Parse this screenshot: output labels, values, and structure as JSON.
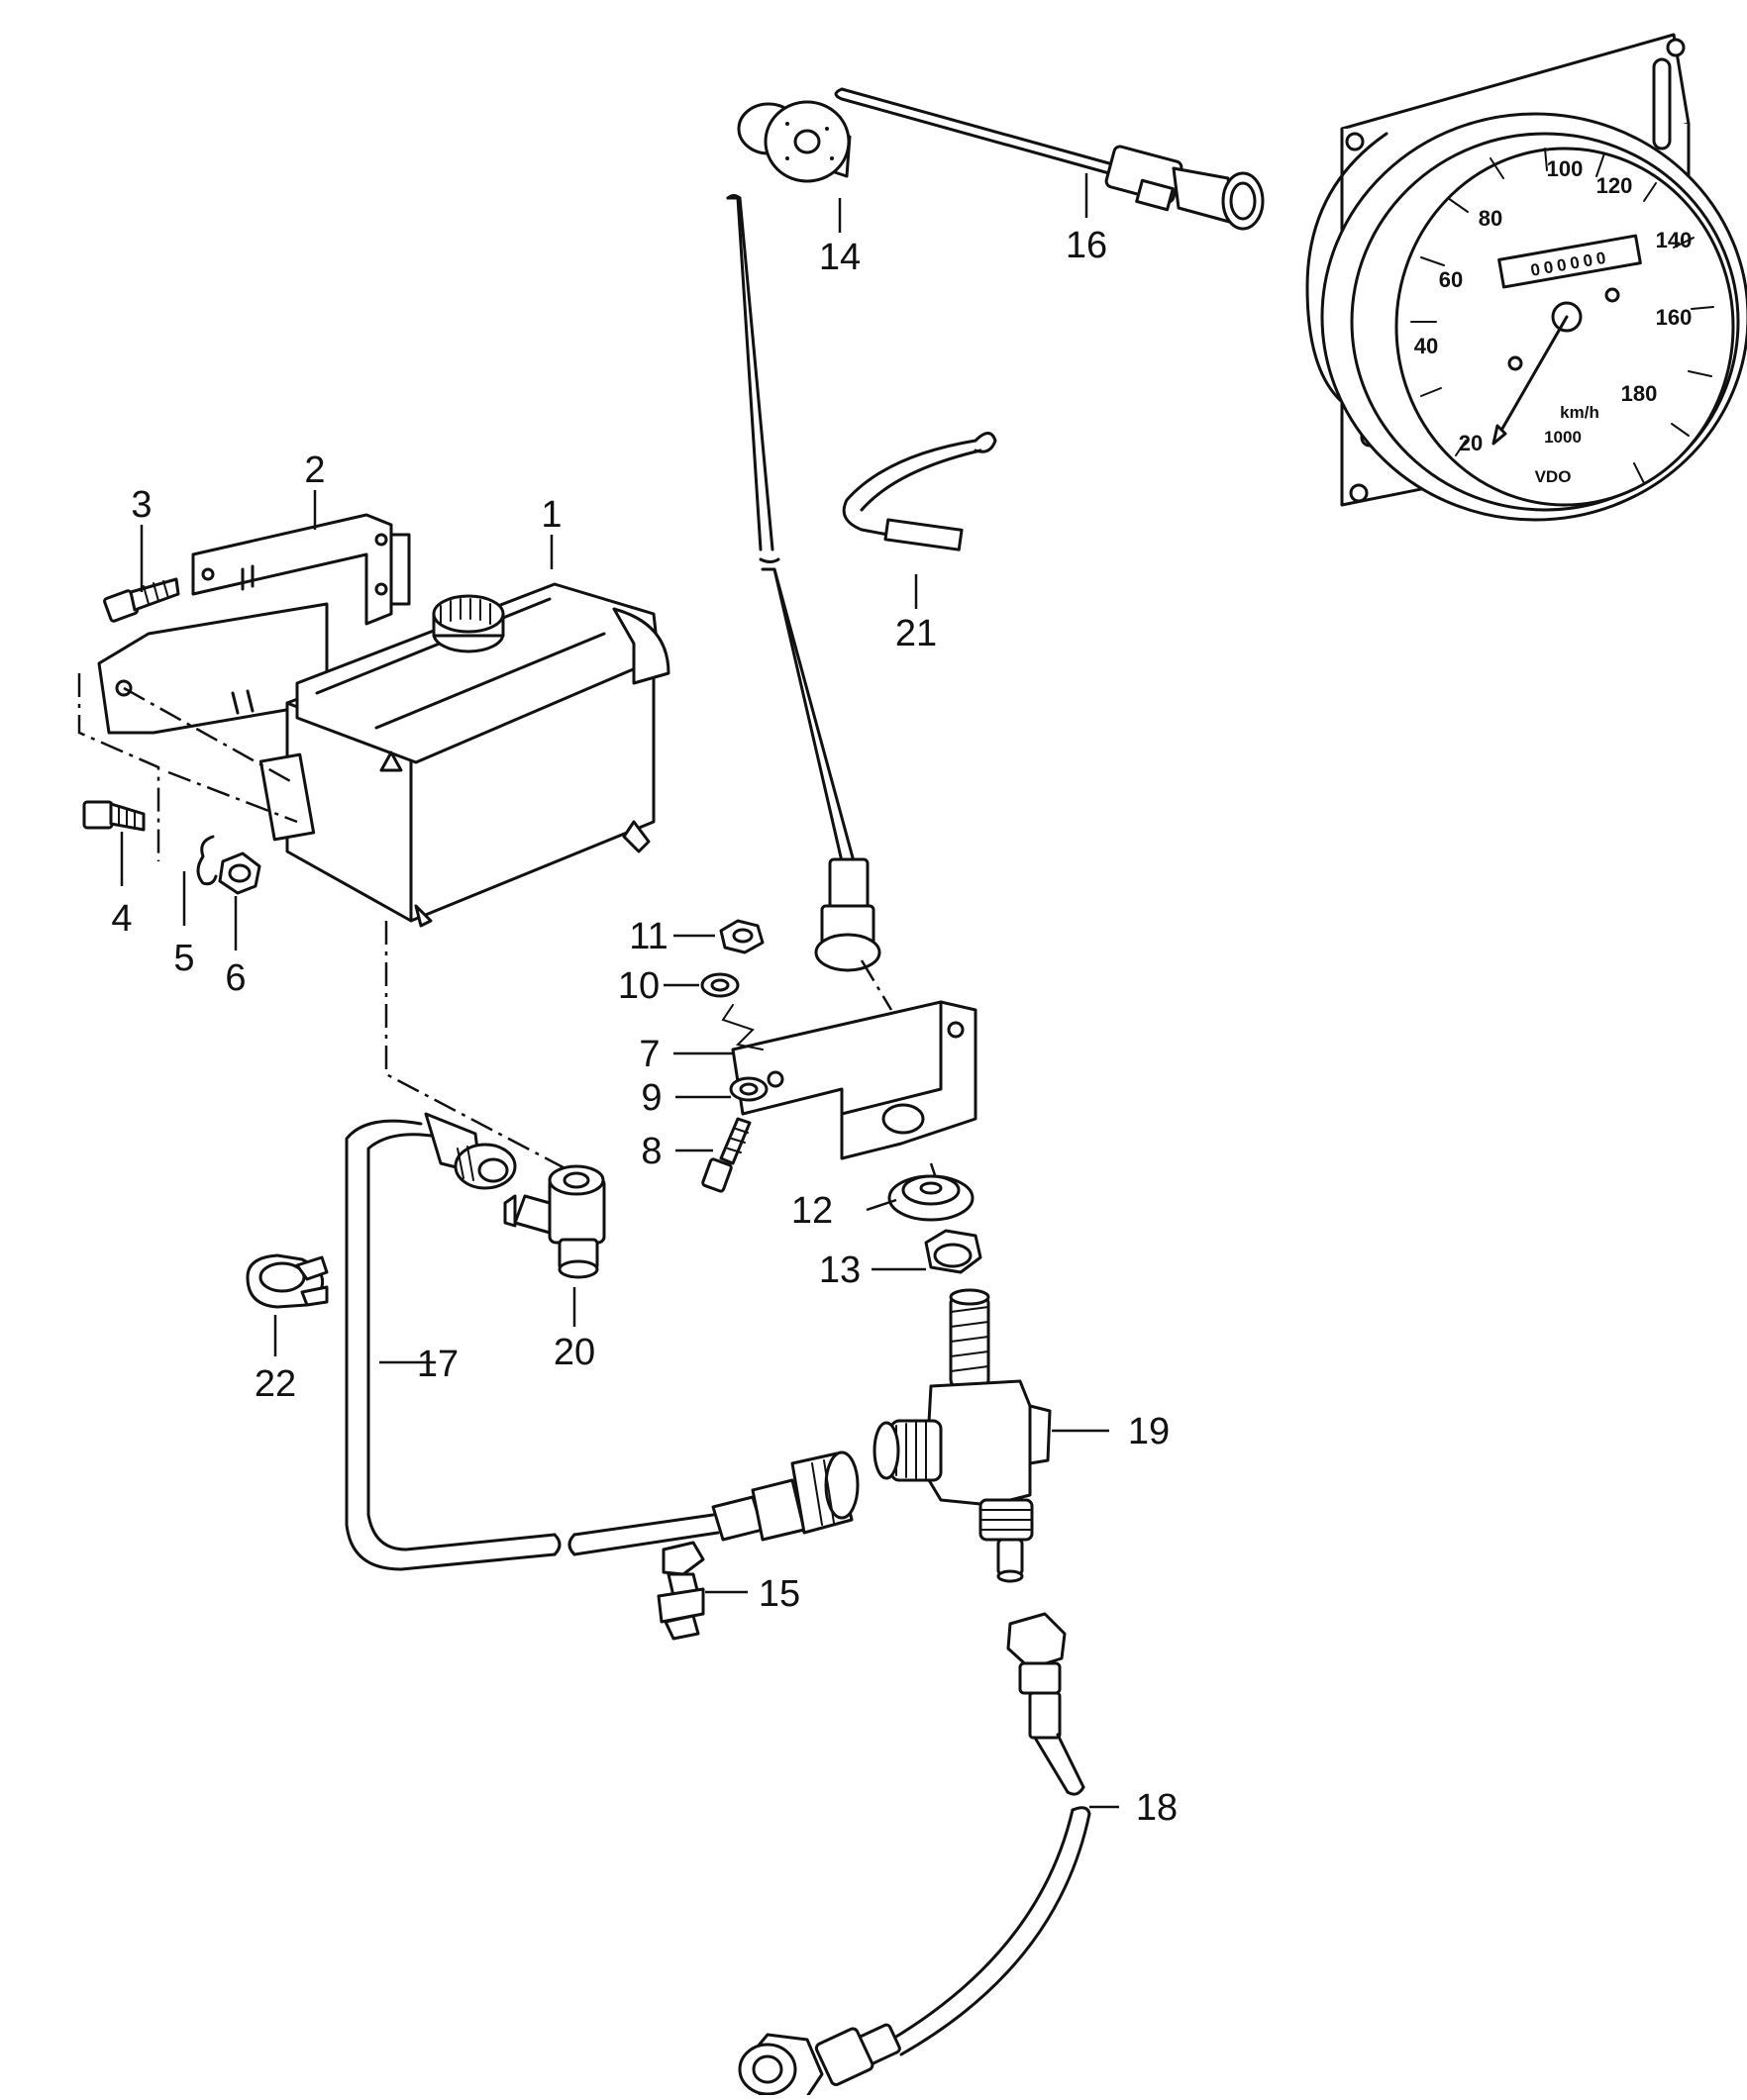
{
  "callouts": {
    "c1": "1",
    "c2": "2",
    "c3": "3",
    "c4": "4",
    "c5": "5",
    "c6": "6",
    "c7": "7",
    "c8": "8",
    "c9": "9",
    "c10": "10",
    "c11": "11",
    "c12": "12",
    "c13": "13",
    "c14": "14",
    "c15": "15",
    "c16": "16",
    "c17": "17",
    "c18": "18",
    "c19": "19",
    "c20": "20",
    "c21": "21",
    "c22": "22"
  },
  "speedometer": {
    "scale": [
      "20",
      "40",
      "60",
      "80",
      "100",
      "120",
      "140",
      "160",
      "180"
    ],
    "unit": "km/h",
    "divisor": "1000",
    "brand": "VDO",
    "odometer": "000000"
  }
}
